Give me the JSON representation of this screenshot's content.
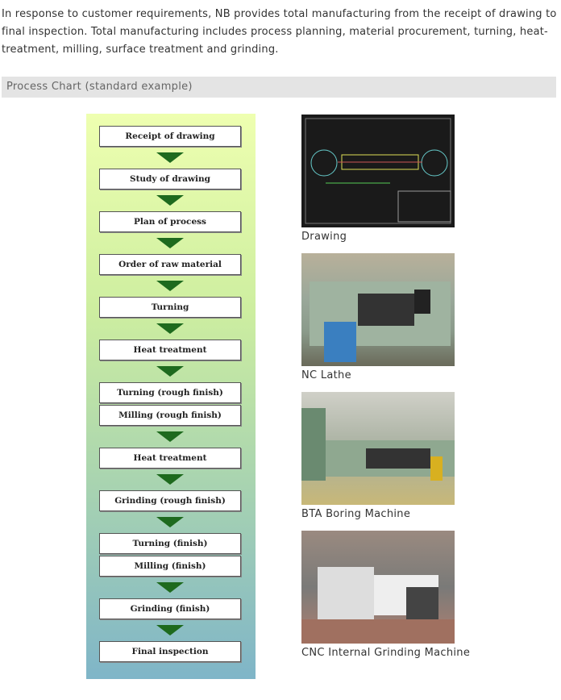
{
  "intro": "In response to customer requirements, NB provides total manufacturing from the receipt of drawing to final inspection. Total manufacturing includes process planning, material procurement, turning, heat-treatment, milling, surface treatment and grinding.",
  "section_title": "Process Chart (standard example)",
  "steps": [
    "Receipt of drawing",
    "Study of drawing",
    "Plan of process",
    "Order of raw material",
    "Turning",
    "Heat treatment",
    "Turning (rough finish)",
    "Milling (rough finish)",
    "Heat treatment",
    "Grinding (rough finish)",
    "Turning (finish)",
    "Milling (finish)",
    "Grinding (finish)",
    "Final inspection"
  ],
  "photos": [
    {
      "caption": "Drawing"
    },
    {
      "caption": "NC Lathe"
    },
    {
      "caption": "BTA Boring Machine"
    },
    {
      "caption": "CNC Internal Grinding Machine"
    }
  ],
  "colors": {
    "arrow": "#1e6a1e",
    "section_bg": "#e4e4e4"
  }
}
